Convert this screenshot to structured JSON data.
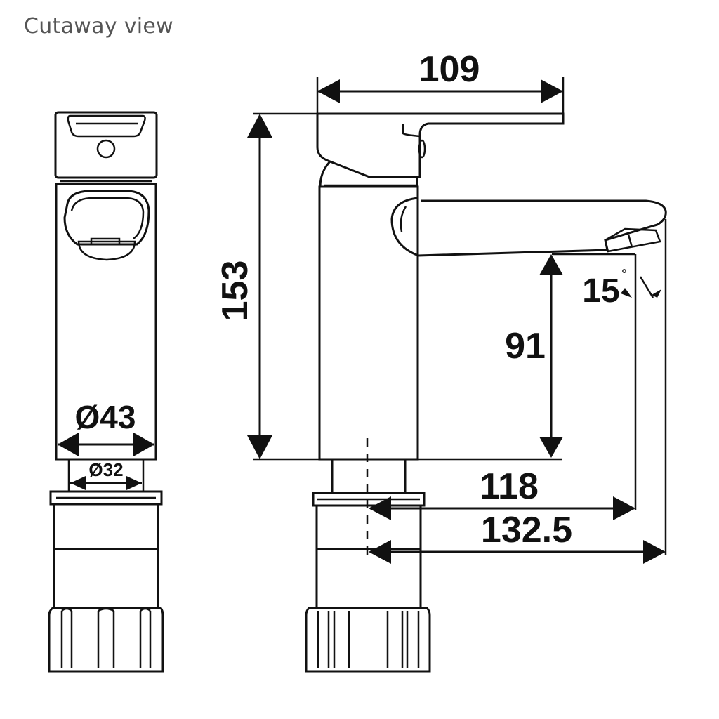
{
  "view_title": "Cutaway view",
  "dimensions": {
    "lever_length": "109",
    "total_height": "153",
    "spout_height": "91",
    "spout_angle": "15",
    "spout_angle_unit": "°",
    "reach_to_outlet": "118",
    "reach_total": "132.5",
    "body_diameter": "Ø43",
    "base_diameter": "Ø32"
  }
}
